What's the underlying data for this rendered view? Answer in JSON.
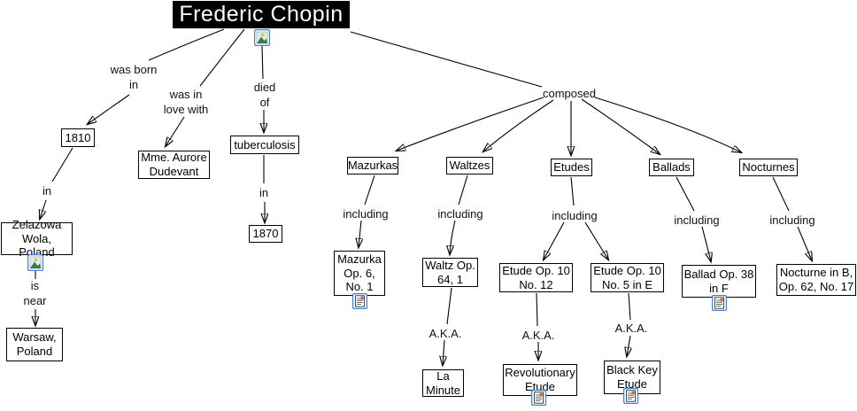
{
  "diagram": {
    "title": "Frederic Chopin",
    "concepts": {
      "birth_year": "1810",
      "lover": "Mme. Aurore Dudevant",
      "disease": "tuberculosis",
      "death_year": "1870",
      "birthplace": "Zelazowa Wola, Poland",
      "nearby_city": "Warsaw, Poland",
      "mazurkas": "Mazurkas",
      "waltzes": "Waltzes",
      "etudes": "Etudes",
      "ballads": "Ballads",
      "nocturnes": "Nocturnes",
      "mazurka_op6_no1": "Mazurka Op. 6, No. 1",
      "waltz_op64_1": "Waltz Op. 64, 1",
      "etude_op10_no12": "Etude Op. 10 No. 12",
      "etude_op10_no5": "Etude Op. 10 No. 5 in E",
      "ballad_op38_in_f": "Ballad Op. 38 in F",
      "nocturne_op62_no17": "Nocturne in B, Op. 62, No. 17",
      "la_minute": "La Minute",
      "revolutionary_etude": "Revolutionary Etude",
      "black_key_etude": "Black Key Etude"
    },
    "links": {
      "was_born_in": "was born in",
      "was_in_love_with": "was in love with",
      "died_of": "died of",
      "composed": "composed",
      "in_birth": "in",
      "in_death": "in",
      "is_near": "is near",
      "including_mazurkas": "including",
      "including_waltzes": "including",
      "including_etudes": "including",
      "including_ballads": "including",
      "including_nocturnes": "including",
      "aka_waltz": "A.K.A.",
      "aka_etude12": "A.K.A.",
      "aka_etude5": "A.K.A."
    },
    "icons": {
      "picture": "picture-attachment-icon",
      "document": "document-attachment-icon"
    },
    "colors": {
      "node_border": "#000000",
      "title_bg": "#000000",
      "title_fg": "#ffffff",
      "icon_border": "#4a7fd4"
    }
  }
}
